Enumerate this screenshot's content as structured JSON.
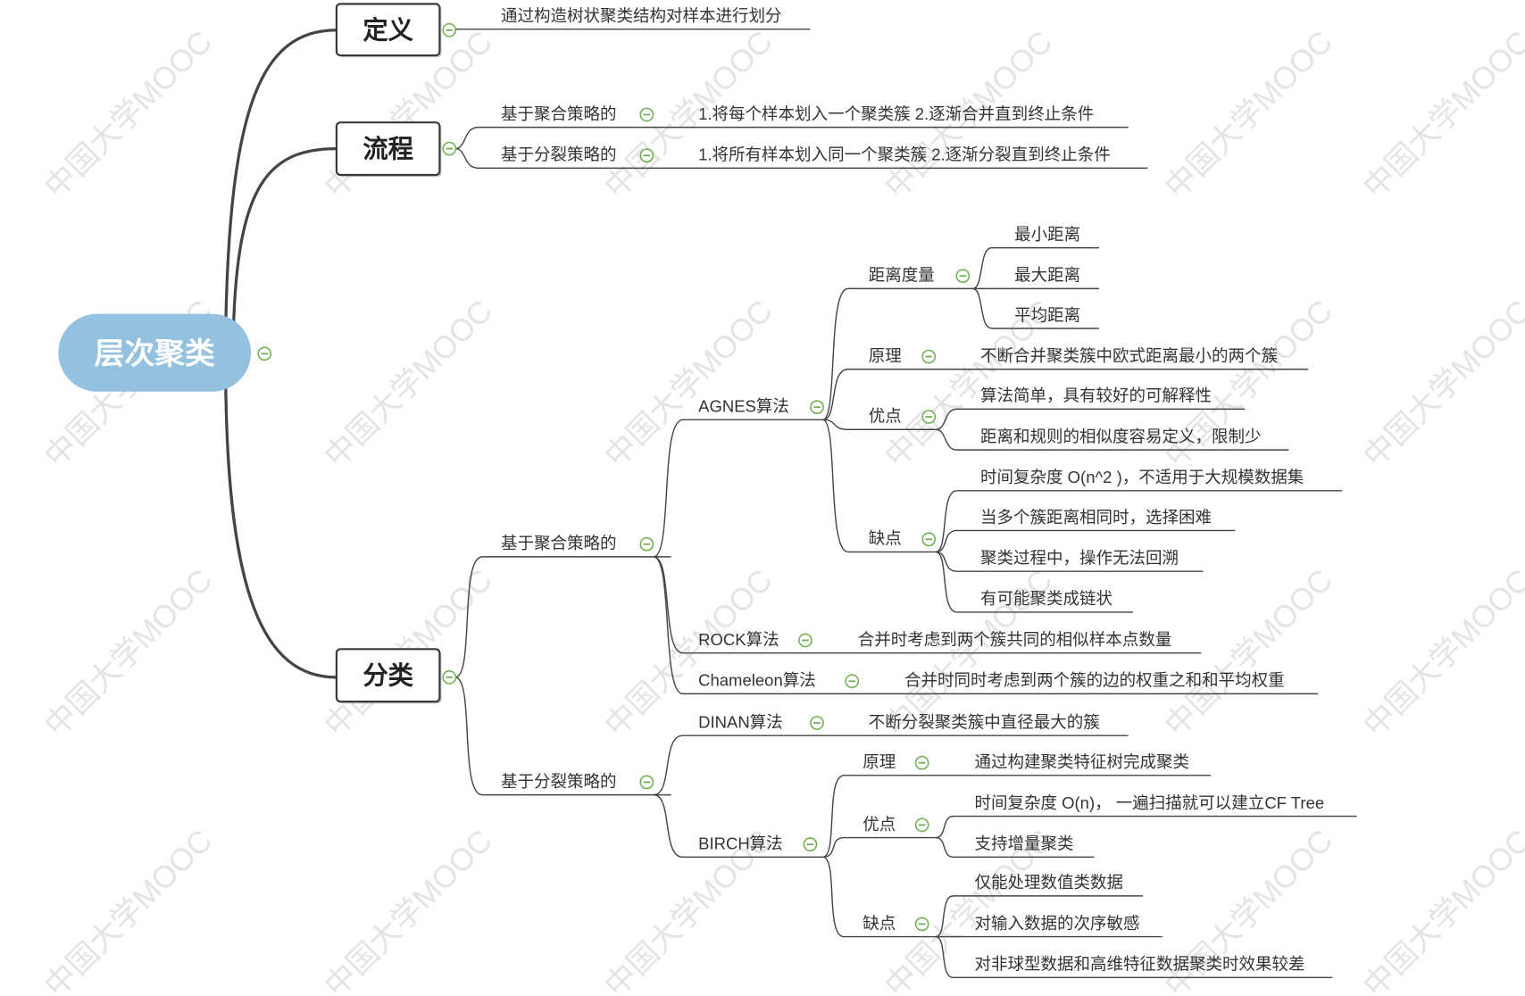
{
  "colors": {
    "background": "#ffffff",
    "root_fill": "#93c1df",
    "root_text": "#ffffff",
    "line": "#444444",
    "text": "#333333",
    "toggle": "#6cb04e",
    "watermark": "#e4e4e4"
  },
  "watermark": "中国大学MOOC",
  "toggle_icon": "collapse-icon",
  "root": {
    "label": "层次聚类"
  },
  "definition": {
    "label": "定义",
    "content": "通过构造树状聚类结构对样本进行划分"
  },
  "process": {
    "label": "流程",
    "agglomerative": {
      "label": "基于聚合策略的",
      "content": "1.将每个样本划入一个聚类簇 2.逐渐合并直到终止条件"
    },
    "divisive": {
      "label": "基于分裂策略的",
      "content": "1.将所有样本划入同一个聚类簇 2.逐渐分裂直到终止条件"
    }
  },
  "classification": {
    "label": "分类",
    "agglomerative": {
      "label": "基于聚合策略的",
      "agnes": {
        "label": "AGNES算法",
        "distance": {
          "label": "距离度量",
          "items": [
            "最小距离",
            "最大距离",
            "平均距离"
          ]
        },
        "principle": {
          "label": "原理",
          "content": "不断合并聚类簇中欧式距离最小的两个簇"
        },
        "pros": {
          "label": "优点",
          "items": [
            "算法简单，具有较好的可解释性",
            "距离和规则的相似度容易定义，限制少"
          ]
        },
        "cons": {
          "label": "缺点",
          "items": [
            "时间复杂度 O(n^2 )，不适用于大规模数据集",
            "当多个簇距离相同时，选择困难",
            "聚类过程中，操作无法回溯",
            "有可能聚类成链状"
          ]
        }
      },
      "rock": {
        "label": "ROCK算法",
        "content": "合并时考虑到两个簇共同的相似样本点数量"
      },
      "chameleon": {
        "label": "Chameleon算法",
        "content": "合并时同时考虑到两个簇的边的权重之和和平均权重"
      }
    },
    "divisive": {
      "label": "基于分裂策略的",
      "dinan": {
        "label": "DINAN算法",
        "content": "不断分裂聚类簇中直径最大的簇"
      },
      "birch": {
        "label": "BIRCH算法",
        "principle": {
          "label": "原理",
          "content": "通过构建聚类特征树完成聚类"
        },
        "pros": {
          "label": "优点",
          "items": [
            "时间复杂度 O(n)， 一遍扫描就可以建立CF Tree",
            "支持增量聚类"
          ]
        },
        "cons": {
          "label": "缺点",
          "items": [
            "仅能处理数值类数据",
            "对输入数据的次序敏感",
            "对非球型数据和高维特征数据聚类时效果较差"
          ]
        }
      }
    }
  }
}
